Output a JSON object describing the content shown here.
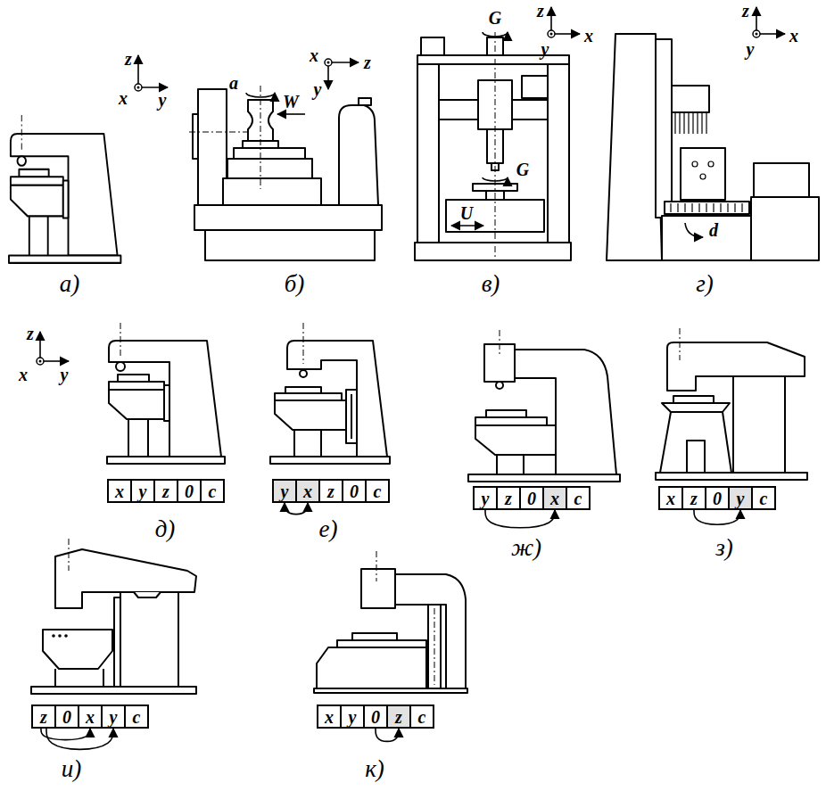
{
  "diagram": {
    "nodes": [
      {
        "text": [
          "x"
        ]
      },
      {
        "text": [
          "y"
        ]
      },
      {
        "text": [
          "z"
        ]
      },
      {
        "text": [
          "0"
        ]
      },
      {
        "text": [
          "c"
        ]
      },
      {
        "text": [
          "y"
        ]
      },
      {
        "text": [
          "x"
        ]
      },
      {
        "text": [
          "z"
        ]
      },
      {
        "text": [
          "0"
        ]
      },
      {
        "text": [
          "c"
        ]
      },
      {
        "text": [
          "y"
        ]
      },
      {
        "text": [
          "z"
        ]
      },
      {
        "text": [
          "0"
        ]
      },
      {
        "text": [
          "x"
        ]
      },
      {
        "text": [
          "c"
        ]
      },
      {
        "text": [
          "x"
        ]
      },
      {
        "text": [
          "z"
        ]
      },
      {
        "text": [
          "0"
        ]
      },
      {
        "text": [
          "y"
        ]
      },
      {
        "text": [
          "c"
        ]
      },
      {
        "text": [
          "z"
        ]
      },
      {
        "text": [
          "0"
        ]
      },
      {
        "text": [
          "x"
        ]
      },
      {
        "text": [
          "y"
        ]
      },
      {
        "text": [
          "c"
        ]
      },
      {
        "text": [
          "x"
        ]
      },
      {
        "text": [
          "y"
        ]
      },
      {
        "text": [
          "0"
        ]
      },
      {
        "text": [
          "z"
        ]
      },
      {
        "text": [
          "c"
        ]
      }
    ],
    "edges": [
      {
        "from": 5,
        "to": 6,
        "arrow": "both"
      },
      {
        "from": 10,
        "to": 13,
        "arrow": "to"
      },
      {
        "from": 16,
        "to": 18,
        "arrow": "to"
      },
      {
        "from": 20,
        "to": 22,
        "arrow": "to"
      },
      {
        "from": 20,
        "to": 23,
        "arrow": "to"
      },
      {
        "from": 27,
        "to": 28,
        "arrow": "to"
      }
    ],
    "labels": [
      "z",
      "x",
      "y",
      "а)",
      "x",
      "z",
      "y",
      "a",
      "W",
      "б)",
      "z",
      "y",
      "x",
      "G",
      "G",
      "U",
      "в)",
      "z",
      "y",
      "x",
      "d",
      "г)",
      "z",
      "x",
      "y",
      "д)",
      "е)",
      "ж)",
      "з)",
      "и)",
      "к)"
    ]
  }
}
